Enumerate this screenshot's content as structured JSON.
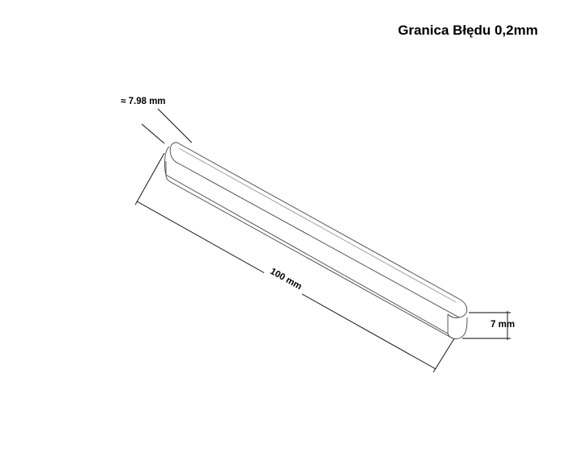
{
  "title": "Granica Błędu 0,2mm",
  "dimensions": {
    "width": "≈ 7.98 mm",
    "length": "100 mm",
    "height": "7 mm"
  },
  "colors": {
    "background": "#ffffff",
    "outline": "#444444",
    "dimension_line": "#000000",
    "text": "#000000"
  }
}
